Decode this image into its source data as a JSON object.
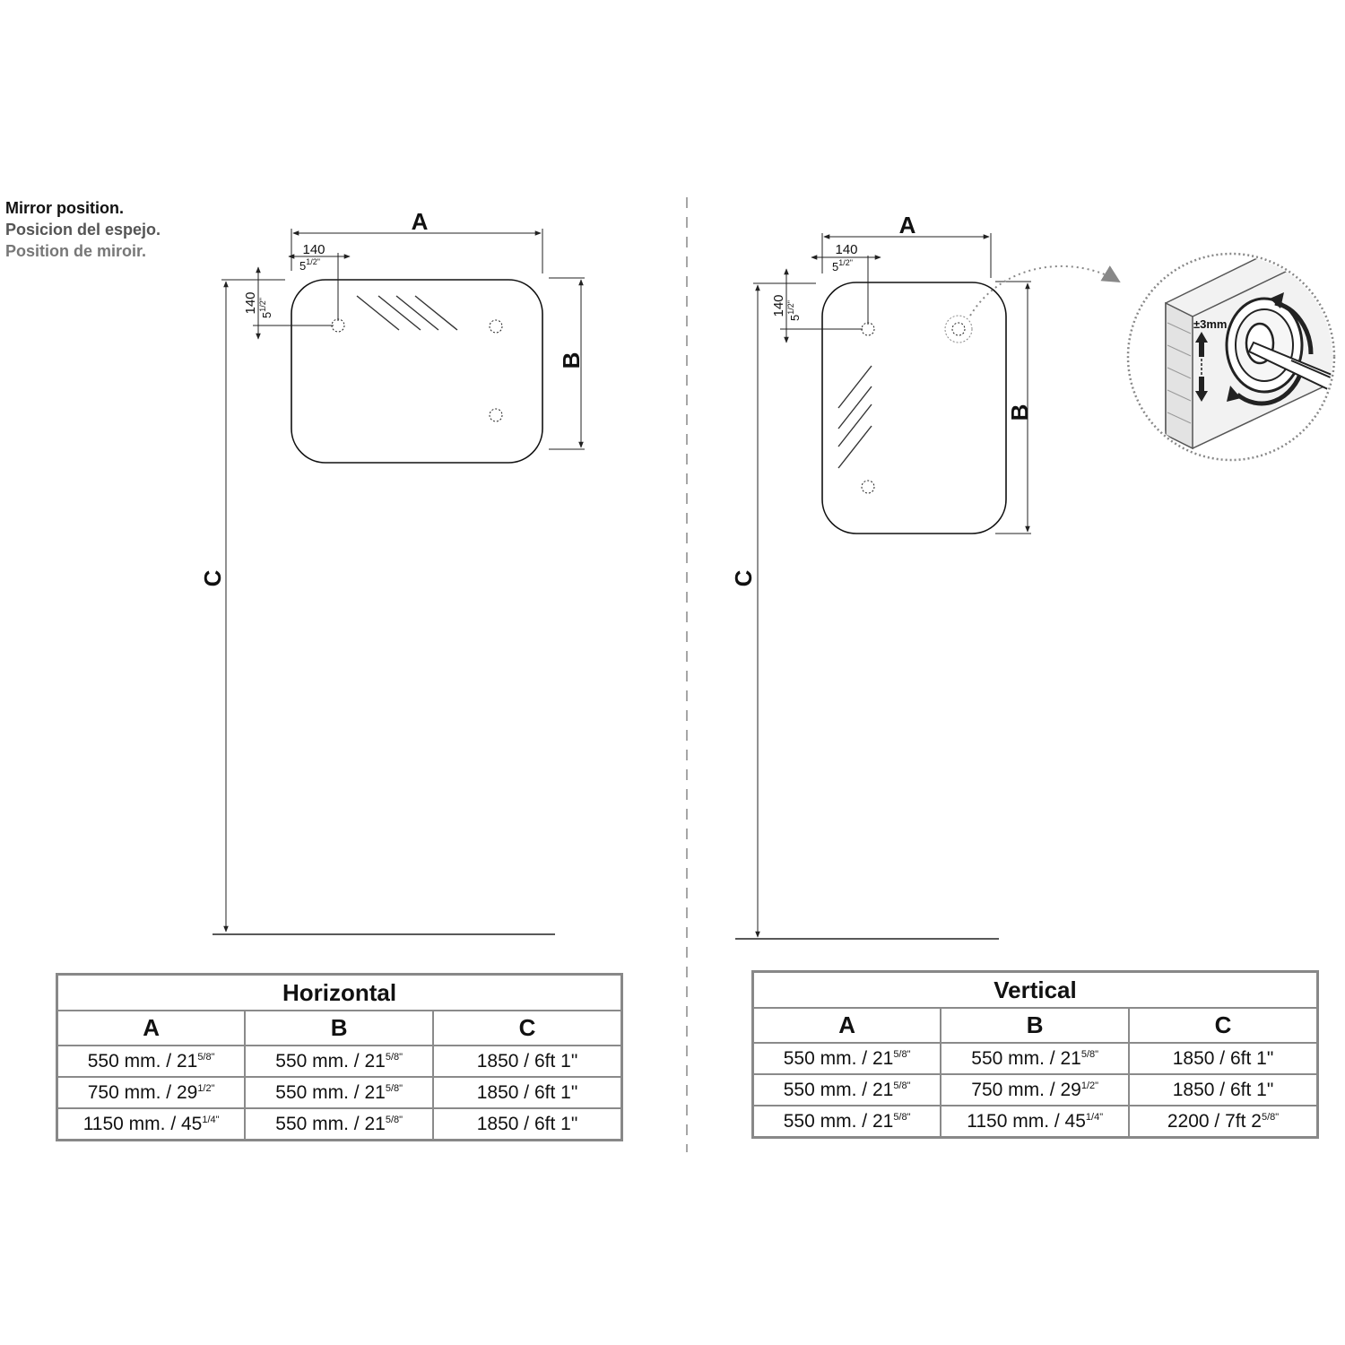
{
  "heading": {
    "line1": "Mirror position.",
    "line2": "Posicion del espejo.",
    "line3": "Position de miroir."
  },
  "diagram": {
    "label_a": "A",
    "label_b": "B",
    "label_c": "C",
    "offset_mm": "140",
    "offset_in_base": "5",
    "offset_in_sup": "1/2\"",
    "adjust_label": "±3mm"
  },
  "tables": [
    {
      "title": "Horizontal",
      "headers": [
        "A",
        "B",
        "C"
      ],
      "rows": [
        [
          {
            "base": "550 mm. / 21",
            "sup": "5/8\""
          },
          {
            "base": "550 mm. / 21",
            "sup": "5/8\""
          },
          {
            "base": "1850 / 6ft 1\"",
            "sup": ""
          }
        ],
        [
          {
            "base": "750 mm. / 29",
            "sup": "1/2\""
          },
          {
            "base": "550 mm. / 21",
            "sup": "5/8\""
          },
          {
            "base": "1850 / 6ft 1\"",
            "sup": ""
          }
        ],
        [
          {
            "base": "1150 mm. / 45",
            "sup": "1/4\""
          },
          {
            "base": "550 mm. / 21",
            "sup": "5/8\""
          },
          {
            "base": "1850 / 6ft 1\"",
            "sup": ""
          }
        ]
      ]
    },
    {
      "title": "Vertical",
      "headers": [
        "A",
        "B",
        "C"
      ],
      "rows": [
        [
          {
            "base": "550 mm. / 21",
            "sup": "5/8\""
          },
          {
            "base": "550 mm. / 21",
            "sup": "5/8\""
          },
          {
            "base": "1850 / 6ft 1\"",
            "sup": ""
          }
        ],
        [
          {
            "base": "550 mm. / 21",
            "sup": "5/8\""
          },
          {
            "base": "750 mm. / 29",
            "sup": "1/2\""
          },
          {
            "base": "1850 / 6ft 1\"",
            "sup": ""
          }
        ],
        [
          {
            "base": "550 mm. / 21",
            "sup": "5/8\""
          },
          {
            "base": "1150 mm. / 45",
            "sup": "1/4\""
          },
          {
            "base": "2200 / 7ft 2",
            "sup": "5/8\""
          }
        ]
      ]
    }
  ]
}
